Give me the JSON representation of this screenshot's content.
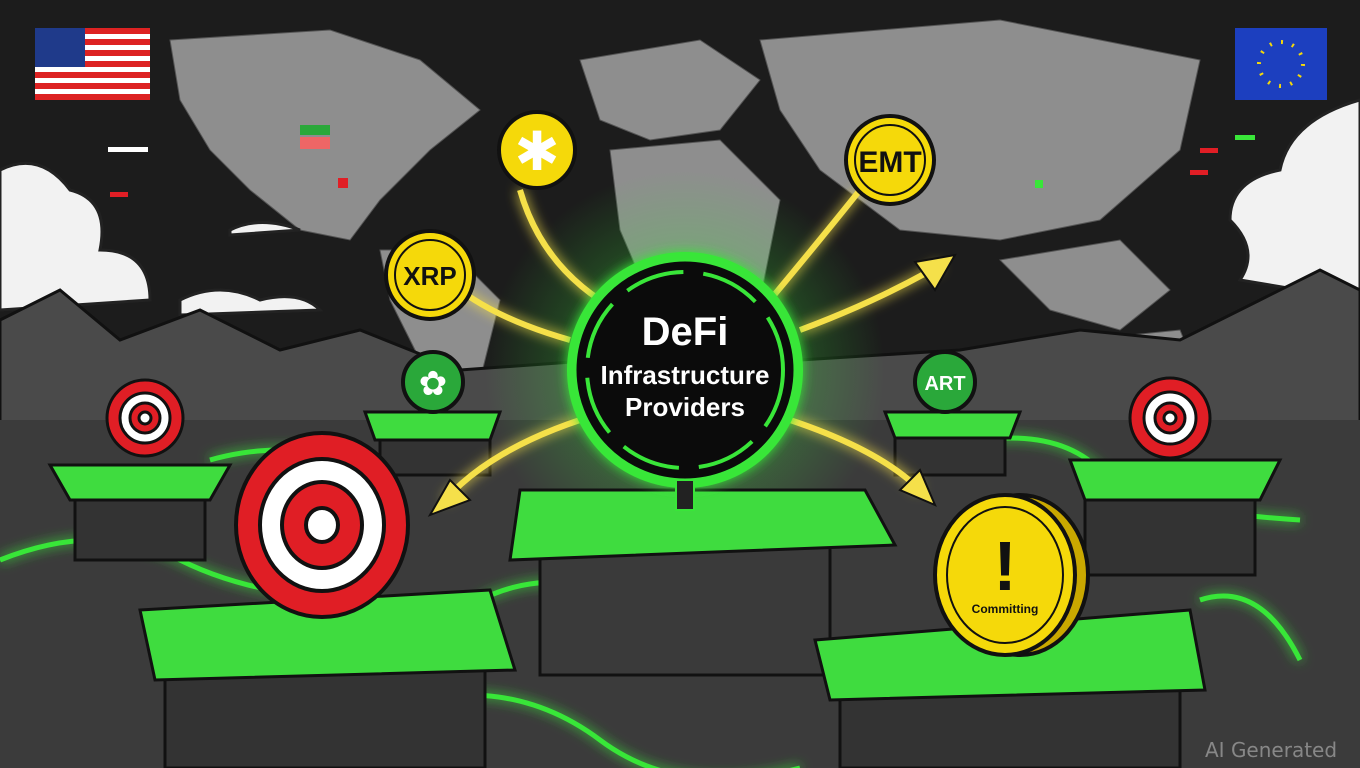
{
  "hub": {
    "line1": "DeFi",
    "line2": "Infrastructure",
    "line3": "Providers"
  },
  "coins": {
    "xrp": "XRP",
    "emt": "EMT",
    "art": "ART",
    "warning": "Committing"
  },
  "watermark": "AI Generated",
  "colors": {
    "neon_green": "#39e639",
    "coin_yellow": "#f5d90a",
    "target_red": "#e01e25",
    "background": "#222222",
    "map_gray": "#9a9a9a"
  }
}
